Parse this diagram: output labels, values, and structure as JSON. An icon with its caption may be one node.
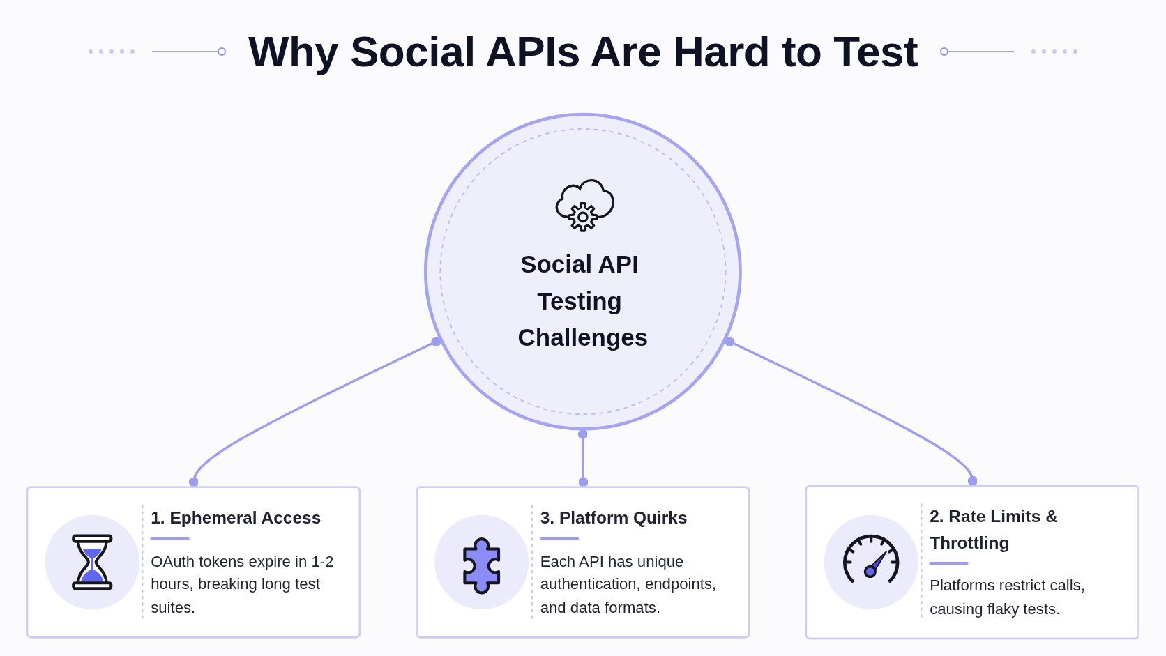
{
  "diagram": {
    "title": "Why Social APIs Are Hard to Test",
    "nodes": [
      {
        "text": [
          "Social API Testing Challenges"
        ]
      },
      {
        "text": [
          "1. Ephemeral Access",
          "OAuth tokens expire in 1-2 hours, breaking long test suites."
        ]
      },
      {
        "text": [
          "2. Rate Limits & Throttling",
          "Platforms restrict calls, causing flaky tests."
        ]
      },
      {
        "text": [
          "3. Platform Quirks",
          "Each API has unique authentication, endpoints, and data formats."
        ]
      }
    ],
    "edges": [
      {
        "from": 0,
        "to": 1,
        "arrow": "other"
      },
      {
        "from": 0,
        "to": 3,
        "arrow": "other"
      },
      {
        "from": 0,
        "to": 2,
        "arrow": "other"
      }
    ]
  }
}
